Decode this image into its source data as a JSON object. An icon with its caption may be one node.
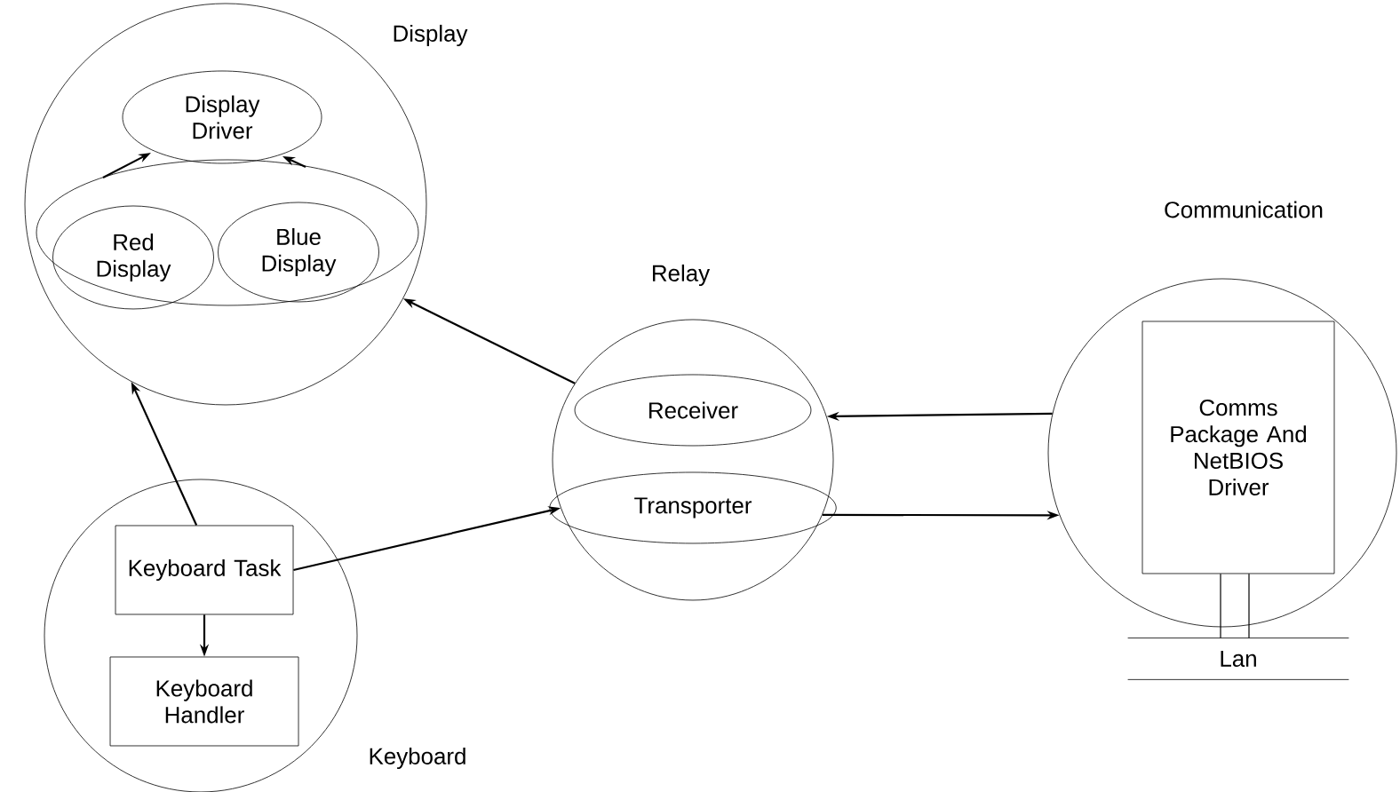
{
  "diagram": {
    "nodes": [
      {
        "text": [
          "Display"
        ]
      },
      {
        "text": [
          "Display Driver"
        ],
        "in": 0
      },
      {
        "text": [],
        "shape": "ellipse",
        "in": 0
      },
      {
        "text": [
          "Red Display"
        ],
        "in": 2
      },
      {
        "text": [
          "Blue Display"
        ],
        "in": 2
      },
      {
        "text": [
          "Relay"
        ]
      },
      {
        "text": [
          "Receiver"
        ],
        "in": 5
      },
      {
        "text": [
          "Transporter"
        ],
        "in": 5
      },
      {
        "text": [
          "Communication"
        ]
      },
      {
        "text": [
          "Comms Package And NetBIOS Driver"
        ],
        "in": 8
      },
      {
        "text": [
          "Keyboard"
        ]
      },
      {
        "text": [
          "Keyboard Task"
        ],
        "in": 10
      },
      {
        "text": [
          "Keyboard Handler"
        ],
        "in": 10
      },
      {
        "text": [
          "Lan"
        ]
      }
    ],
    "edges": [
      {
        "from": 2,
        "to": 1,
        "arrow": "to"
      },
      {
        "from": 2,
        "to": 1,
        "arrow": "to"
      },
      {
        "from": 5,
        "to": 0,
        "arrow": "to"
      },
      {
        "from": 11,
        "to": 0,
        "arrow": "to"
      },
      {
        "from": 11,
        "to": 5,
        "arrow": "to"
      },
      {
        "from": 11,
        "to": 12,
        "arrow": "to"
      },
      {
        "from": 8,
        "to": 5,
        "arrow": "to"
      },
      {
        "from": 5,
        "to": 8,
        "arrow": "to"
      },
      {
        "from": 9,
        "to": 13,
        "arrow": "none"
      },
      {
        "from": 9,
        "to": 13,
        "arrow": "none"
      }
    ]
  }
}
